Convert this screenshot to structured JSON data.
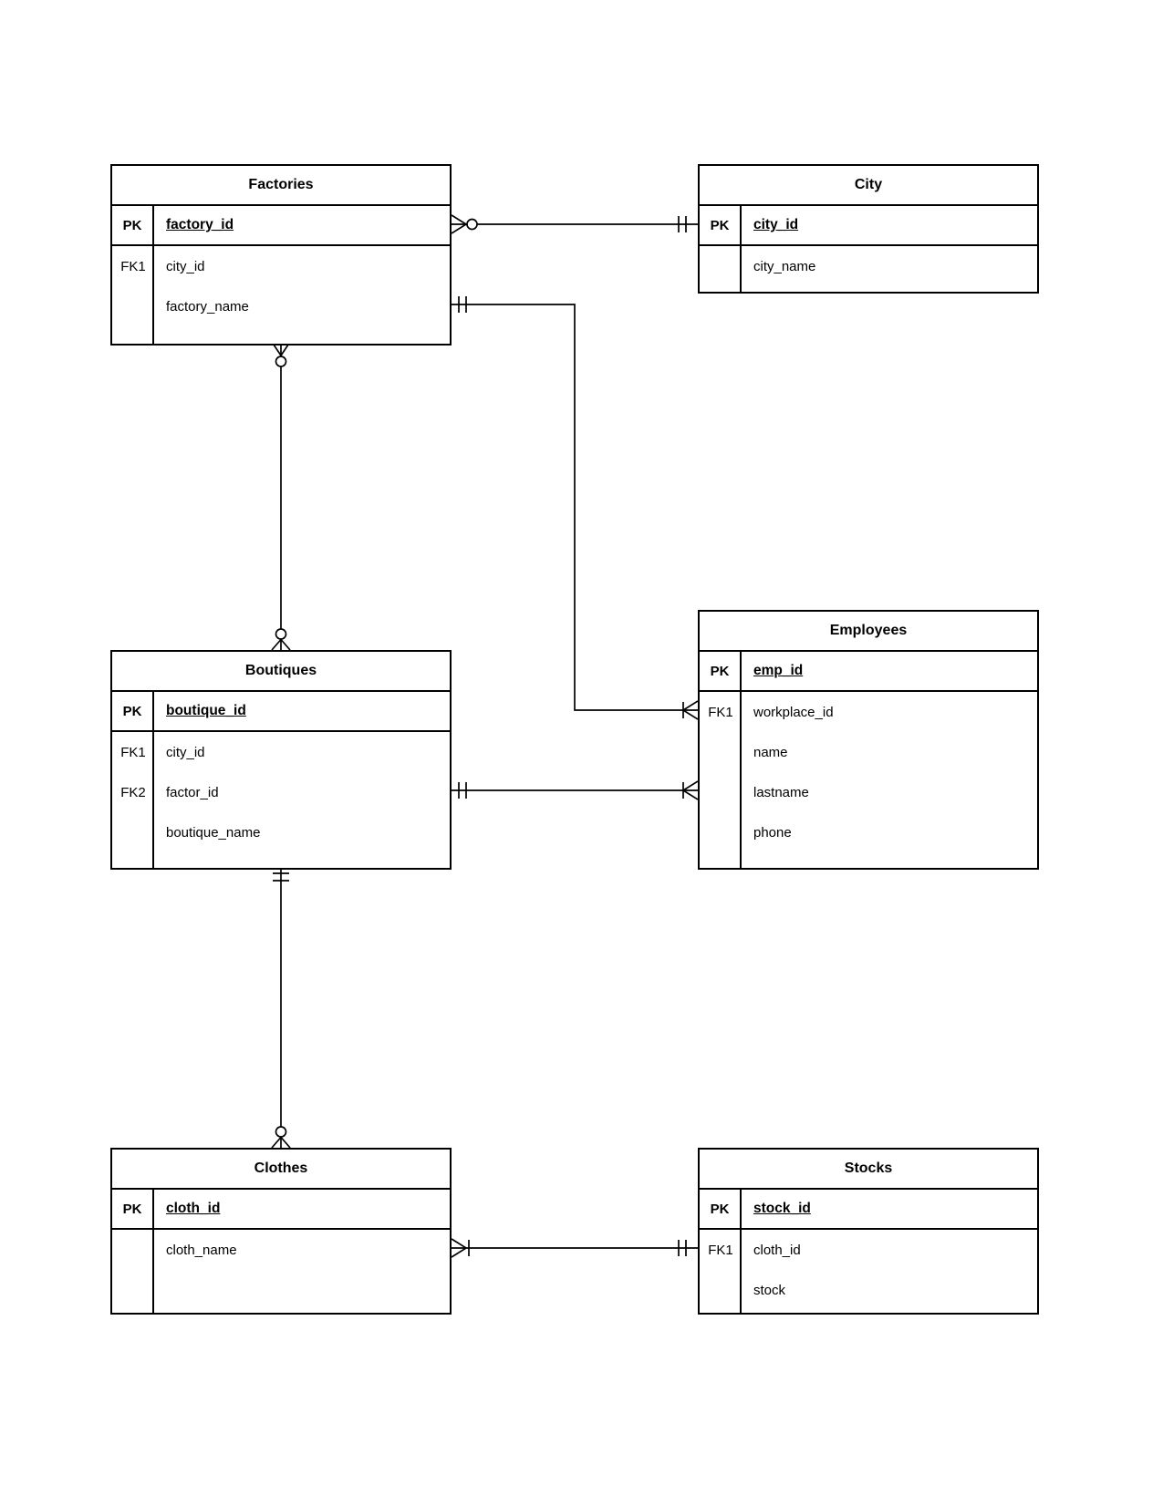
{
  "diagram": {
    "type": "entity-relationship",
    "colors": {
      "background": "#ffffff",
      "line": "#000000",
      "text": "#000000"
    },
    "entities": [
      {
        "title": "Factories",
        "pk_label": "PK",
        "pk_field": "factory_id",
        "attributes": [
          {
            "key": "FK1",
            "name": "city_id"
          },
          {
            "key": "",
            "name": "factory_name"
          }
        ]
      },
      {
        "title": "City",
        "pk_label": "PK",
        "pk_field": "city_id",
        "attributes": [
          {
            "key": "",
            "name": "city_name"
          }
        ]
      },
      {
        "title": "Employees",
        "pk_label": "PK",
        "pk_field": "emp_id",
        "attributes": [
          {
            "key": "FK1",
            "name": "workplace_id"
          },
          {
            "key": "",
            "name": "name"
          },
          {
            "key": "",
            "name": "lastname"
          },
          {
            "key": "",
            "name": "phone"
          }
        ]
      },
      {
        "title": "Boutiques",
        "pk_label": "PK",
        "pk_field": "boutique_id",
        "attributes": [
          {
            "key": "FK1",
            "name": "city_id"
          },
          {
            "key": "FK2",
            "name": "factor_id"
          },
          {
            "key": "",
            "name": "boutique_name"
          }
        ]
      },
      {
        "title": "Clothes",
        "pk_label": "PK",
        "pk_field": "cloth_id",
        "attributes": [
          {
            "key": "",
            "name": "cloth_name"
          }
        ]
      },
      {
        "title": "Stocks",
        "pk_label": "PK",
        "pk_field": "stock_id",
        "attributes": [
          {
            "key": "FK1",
            "name": "cloth_id"
          },
          {
            "key": "",
            "name": "stock"
          }
        ]
      }
    ],
    "relationships": [
      {
        "from": "Factories",
        "from_end": "zero-or-many",
        "to": "City",
        "to_end": "one-and-only-one",
        "via": "Factories.city_id"
      },
      {
        "from": "Factories",
        "from_end": "zero-or-many",
        "to": "Boutiques",
        "to_end": "zero-or-many"
      },
      {
        "from": "Factories",
        "from_end": "one-and-only-one",
        "to": "Employees",
        "to_end": "one-or-many",
        "via": "Employees.workplace_id"
      },
      {
        "from": "Boutiques",
        "from_end": "one-and-only-one",
        "to": "Employees",
        "to_end": "one-or-many"
      },
      {
        "from": "Boutiques",
        "from_end": "one-and-only-one",
        "to": "Clothes",
        "to_end": "zero-or-many"
      },
      {
        "from": "Clothes",
        "from_end": "one-or-many",
        "to": "Stocks",
        "to_end": "one-and-only-one",
        "via": "Stocks.cloth_id"
      }
    ]
  }
}
